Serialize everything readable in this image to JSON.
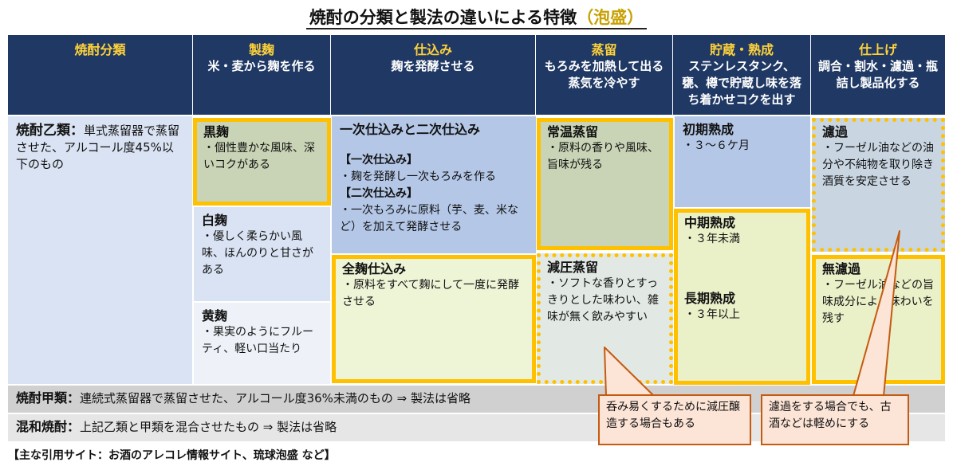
{
  "title": {
    "main": "焼酎の分類と製法の違いによる特徴",
    "sub": "（泡盛）"
  },
  "headers": [
    {
      "label": "焼酎分類",
      "desc": ""
    },
    {
      "label": "製麹",
      "desc": "米・麦から麹を作る"
    },
    {
      "label": "仕込み",
      "desc": "麹を発酵させる"
    },
    {
      "label": "蒸留",
      "desc": "もろみを加熱して出る蒸気を冷やす"
    },
    {
      "label": "貯蔵・熟成",
      "desc": "ステンレスタンク、甕、樽で貯蔵し味を落ち着かせコクを出す"
    },
    {
      "label": "仕上げ",
      "desc": "調合・割水・濾過・瓶詰し製品化する"
    }
  ],
  "otsu": {
    "label": "焼酎乙類：",
    "desc": "単式蒸留器で蒸留させた、アルコール度45%以下のもの"
  },
  "koji": [
    {
      "title": "黒麹",
      "desc": "・個性豊かな風味、深いコクがある"
    },
    {
      "title": "白麹",
      "desc": "・優しく柔らかい風味、ほんのりと甘さがある"
    },
    {
      "title": "黄麹",
      "desc": "・果実のようにフルーティ、軽い口当たり"
    }
  ],
  "shikomi": {
    "title": "一次仕込みと二次仕込み",
    "first_label": "【一次仕込み】",
    "first_desc": "・麹を発酵し一次もろみを作る",
    "second_label": "【二次仕込み】",
    "second_desc": "・一次もろみに原料（芋、麦、米など）を加えて発酵させる",
    "zenkoji_title": "全麹仕込み",
    "zenkoji_desc": "・原料をすべて麹にして一度に発酵させる"
  },
  "joryu": [
    {
      "title": "常温蒸留",
      "desc": "・原料の香りや風味、旨味が残る"
    },
    {
      "title": "減圧蒸留",
      "desc": "・ソフトな香りとすっきりとした味わい、雑味が無く飲みやすい"
    }
  ],
  "jukusei": [
    {
      "title": "初期熟成",
      "desc": "・３～６ケ月"
    },
    {
      "title": "中期熟成",
      "desc": "・３年未満"
    },
    {
      "title": "長期熟成",
      "desc": "・３年以上"
    }
  ],
  "shiage": [
    {
      "title": "濾過",
      "desc": "・フーゼル油などの油分や不純物を取り除き酒質を安定させる"
    },
    {
      "title": "無濾過",
      "desc": "・フーゼル油などの旨味成分による味わいを残す"
    }
  ],
  "ko": {
    "label": "焼酎甲類：",
    "desc": "連続式蒸留器で蒸留させた、アルコール度36%未満のもの ⇒ 製法は省略"
  },
  "konwa": {
    "label": "混和焼酎：",
    "desc": "上記乙類と甲類を混合させたもの ⇒ 製法は省略"
  },
  "callouts": [
    {
      "text": "呑み易くするために減圧醸造する場合もある"
    },
    {
      "text": "濾過をする場合でも、古酒などは軽めにする"
    }
  ],
  "footer": "【主な引用サイト：お酒のアレコレ情報サイト、琉球泡盛 など】",
  "colors": {
    "header_bg": "#1f3864",
    "header_accent": "#ffd23a",
    "highlight": "#ffc000",
    "callout_border": "#c55a11"
  }
}
